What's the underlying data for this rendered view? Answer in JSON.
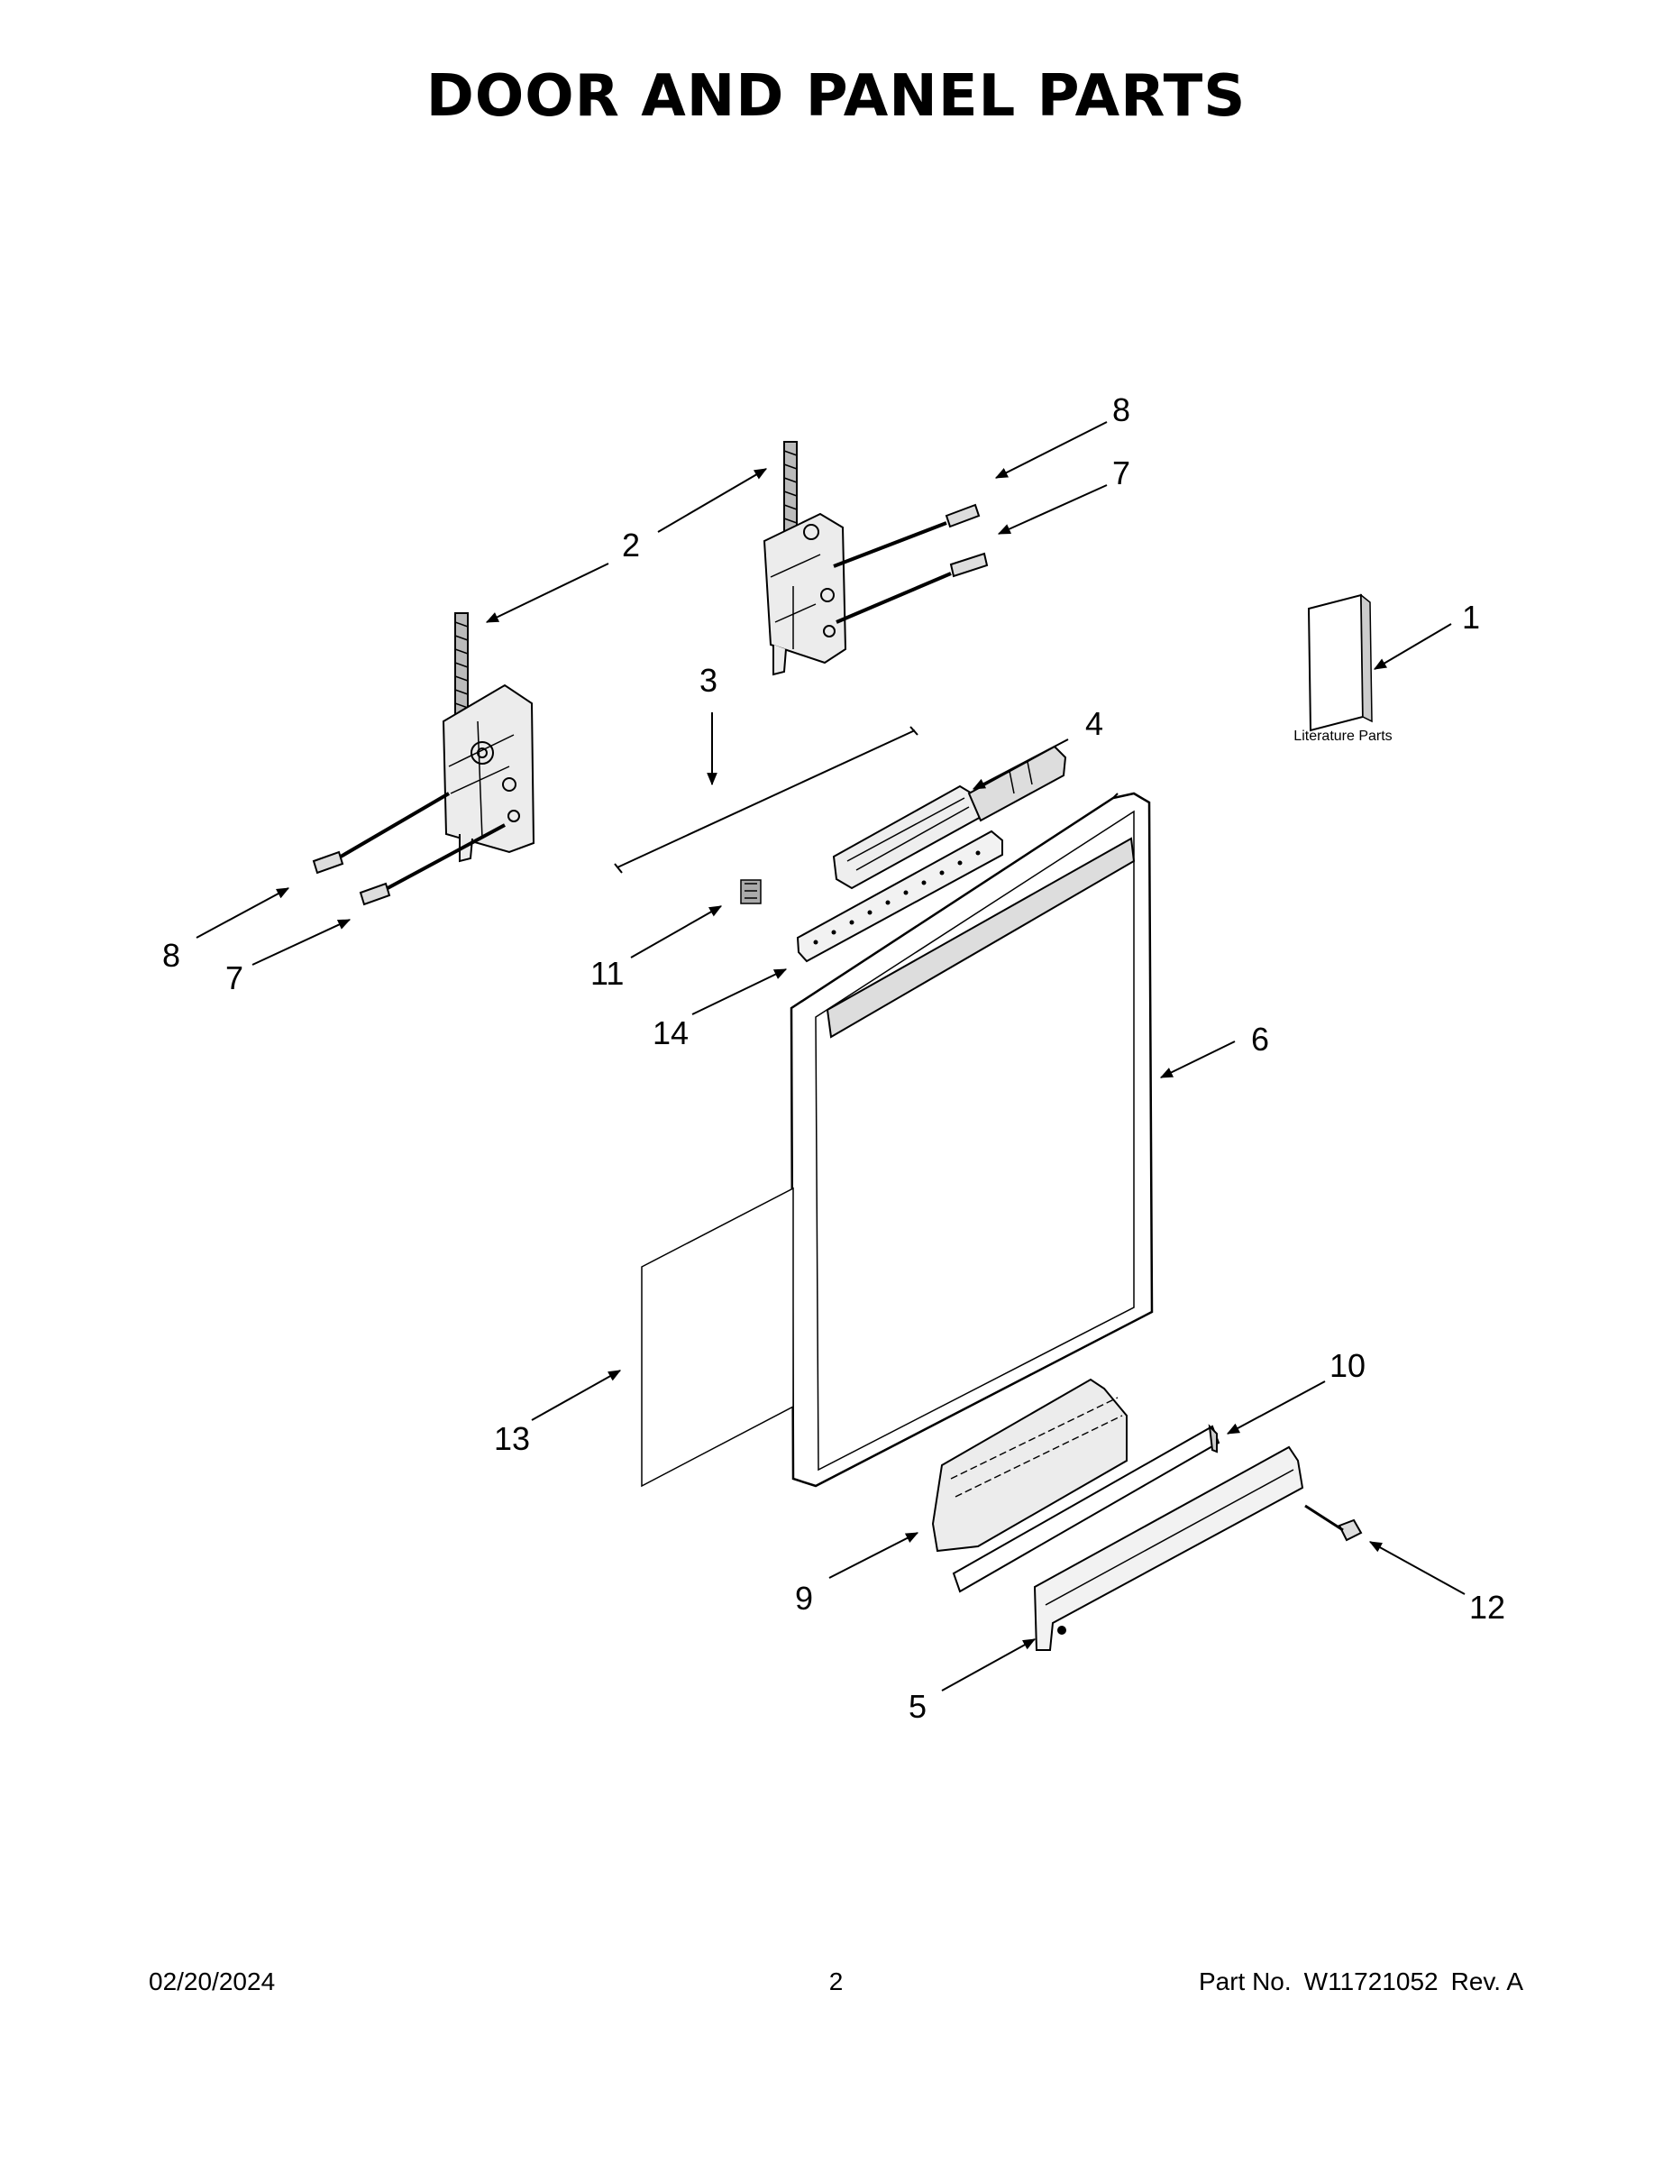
{
  "page": {
    "title": "DOOR AND PANEL PARTS",
    "footer": {
      "date": "02/20/2024",
      "page_number": "2",
      "part_label": "Part No.",
      "part_number": "W11721052",
      "revision": "Rev. A"
    }
  },
  "diagram": {
    "literature_label": "Literature Parts",
    "callouts": {
      "c1": "1",
      "c2": "2",
      "c3": "3",
      "c4": "4",
      "c5": "5",
      "c6": "6",
      "c7_right": "7",
      "c7_left": "7",
      "c8_right": "8",
      "c8_left": "8",
      "c9": "9",
      "c10": "10",
      "c11": "11",
      "c12": "12",
      "c13": "13",
      "c14": "14"
    }
  }
}
